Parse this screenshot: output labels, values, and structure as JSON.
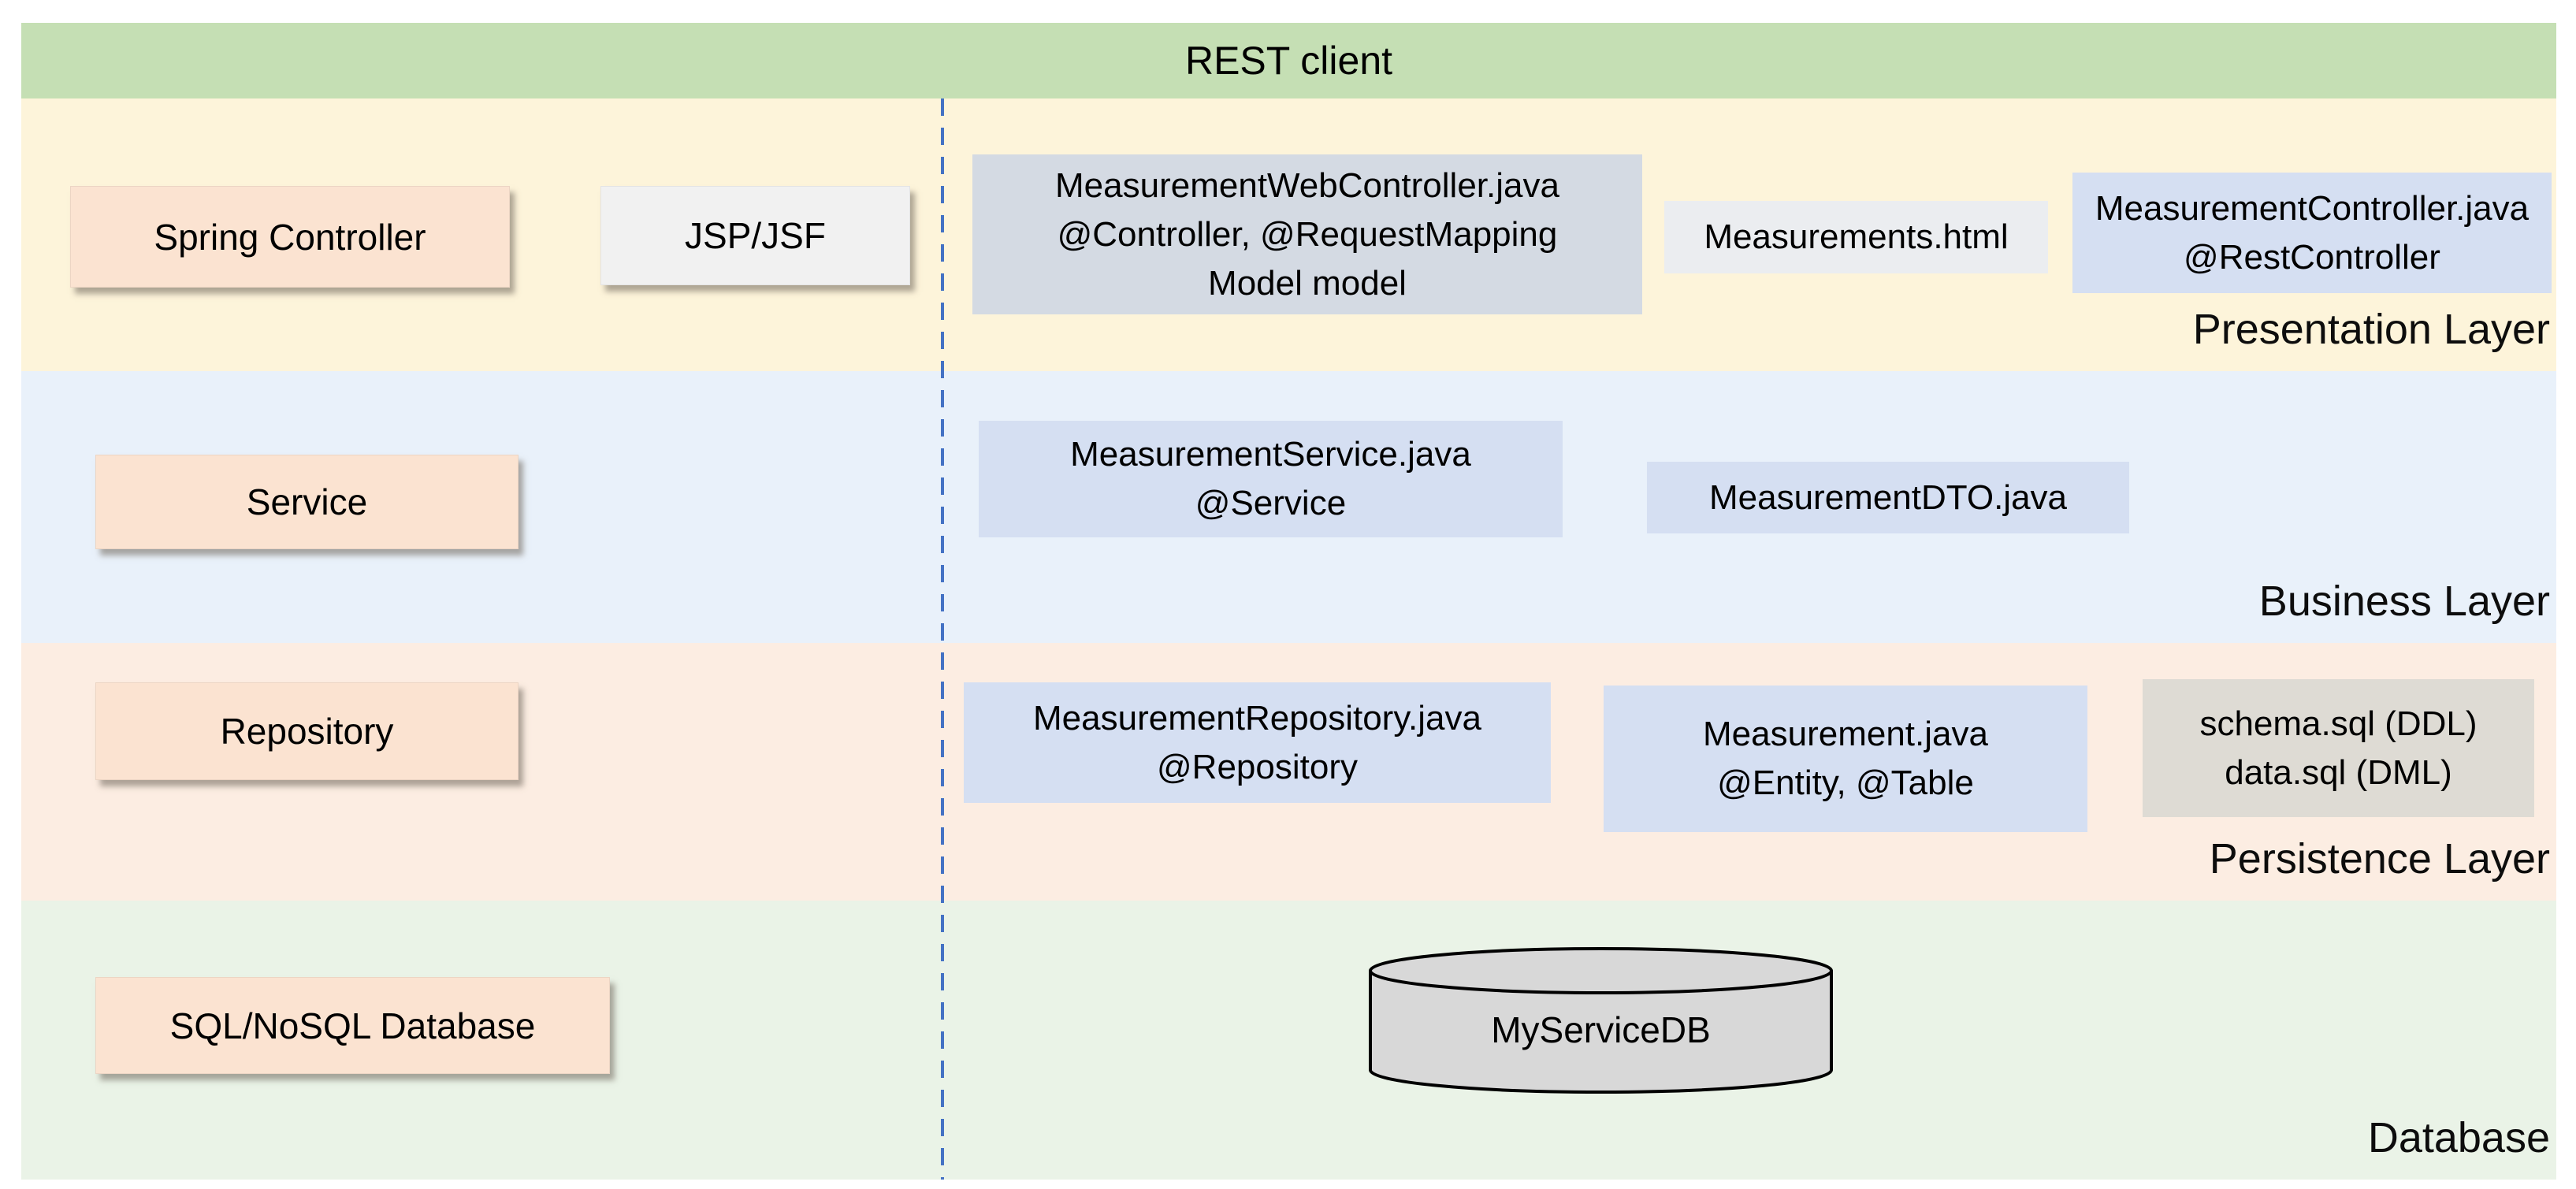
{
  "header": {
    "label": "REST client"
  },
  "layers": {
    "presentation": {
      "label": "Presentation Layer",
      "boxes": {
        "spring_controller": {
          "label": "Spring Controller"
        },
        "jsp_jsf": {
          "label": "JSP/JSF"
        },
        "web_controller": {
          "line1": "MeasurementWebController.java",
          "line2": "@Controller, @RequestMapping",
          "line3": "Model model"
        },
        "measurements_html": {
          "label": "Measurements.html"
        },
        "rest_controller": {
          "line1": "MeasurementController.java",
          "line2": "@RestController"
        }
      }
    },
    "business": {
      "label": "Business Layer",
      "boxes": {
        "service": {
          "label": "Service"
        },
        "measurement_service": {
          "line1": "MeasurementService.java",
          "line2": "@Service"
        },
        "measurement_dto": {
          "label": "MeasurementDTO.java"
        }
      }
    },
    "persistence": {
      "label": "Persistence Layer",
      "boxes": {
        "repository": {
          "label": "Repository"
        },
        "measurement_repository": {
          "line1": "MeasurementRepository.java",
          "line2": "@Repository"
        },
        "measurement_entity": {
          "line1": "Measurement.java",
          "line2": "@Entity, @Table"
        },
        "sql_files": {
          "line1": "schema.sql (DDL)",
          "line2": "data.sql (DML)"
        }
      }
    },
    "database": {
      "label": "Database",
      "boxes": {
        "sql_nosql": {
          "label": "SQL/NoSQL Database"
        },
        "db_cylinder": {
          "label": "MyServiceDB"
        }
      }
    }
  },
  "colors": {
    "header_bg": "#c5dfb4",
    "presentation_bg": "#fdf4da",
    "business_bg": "#e9f1fa",
    "persistence_bg": "#fcede2",
    "database_bg": "#eaf3e7",
    "peach_box": "#fbe3d1",
    "gray_box": "#f1f1f1",
    "slate_box": "#d4dae3",
    "blue_box": "#d5dff2",
    "html_box": "#ebedf0",
    "taupe_box": "#dedbd4",
    "cylinder_fill": "#d8d8d8",
    "dashed_line": "#4472c4"
  }
}
